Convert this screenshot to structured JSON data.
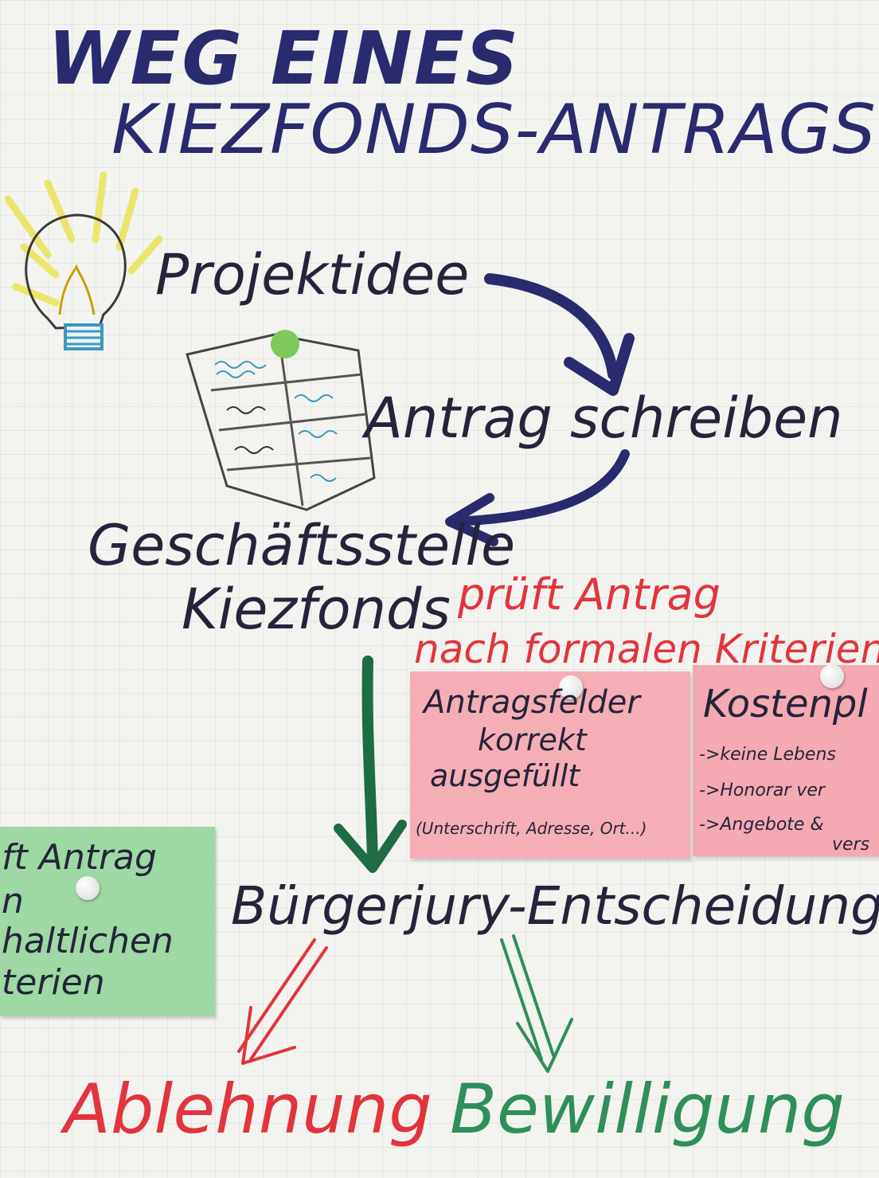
{
  "title": {
    "line1": "WEG EINES",
    "line2": "KIEZFONDS-ANTRAGS"
  },
  "flow": {
    "step1": "Projektidee",
    "step2": "Antrag schreiben",
    "step3_line1": "Geschäftsstelle",
    "step3_line2": "Kiezfonds",
    "check_formal_line1": "prüft Antrag",
    "check_formal_line2": "nach formalen Kriterien",
    "step4": "Bürgerjury-Entscheidung",
    "outcome_reject": "Ablehnung",
    "outcome_approve": "Bewilligung"
  },
  "notes": {
    "formal_fields": {
      "heading": "Antragsfelder",
      "line2": "korrekt",
      "line3": "ausgefüllt",
      "detail": "(Unterschrift, Adresse, Ort...)"
    },
    "cost_plan": {
      "heading": "Kostenpl",
      "item1": "->keine Lebens",
      "item2": "->Honorar ver",
      "item3": "->Angebote &",
      "item3b": "vers"
    },
    "content_check": {
      "line1": "ft Antrag",
      "line2": "n",
      "line3": "haltlichen",
      "line4": "terien"
    }
  },
  "icons": [
    "lightbulb-icon",
    "document-sketch-icon"
  ]
}
